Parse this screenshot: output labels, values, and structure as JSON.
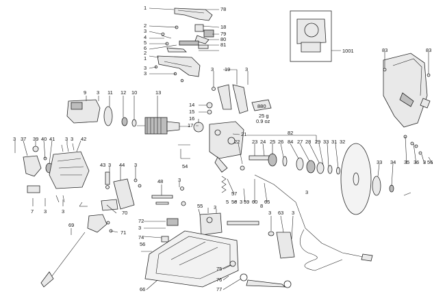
{
  "labels": [
    "1",
    "2",
    "3",
    "4",
    "5",
    "6",
    "2",
    "1",
    "3",
    "3",
    "78",
    "18",
    "79",
    "80",
    "81",
    "3",
    "19",
    "3",
    "9",
    "3",
    "12",
    "10",
    "13",
    "11",
    "14",
    "15",
    "16",
    "17",
    "880",
    "25 g",
    "0.9 oz",
    "21",
    "82",
    "22",
    "23",
    "24",
    "25",
    "26",
    "84",
    "27",
    "28",
    "29",
    "33",
    "31",
    "32",
    "3",
    "37",
    "39",
    "40",
    "41",
    "3",
    "3",
    "42",
    "54",
    "43",
    "3",
    "44",
    "48",
    "3",
    "3",
    "7",
    "3",
    "3",
    "70",
    "72",
    "3",
    "69",
    "71",
    "74",
    "56",
    "58",
    "3",
    "59",
    "60",
    "65",
    "57",
    "5",
    "8",
    "3",
    "63",
    "3",
    "3",
    "33",
    "34",
    "35",
    "36",
    "3",
    "56",
    "83",
    "83",
    "1001",
    "55",
    "75",
    "76",
    "77",
    "66",
    "3"
  ]
}
